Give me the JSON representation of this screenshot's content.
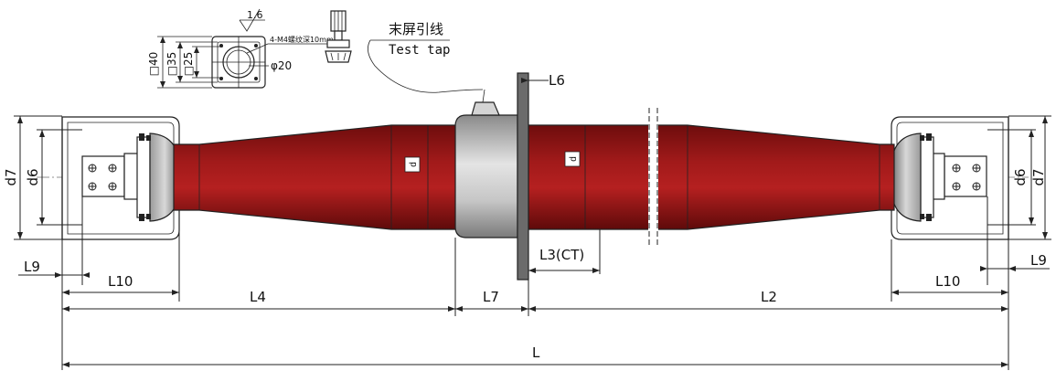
{
  "detail": {
    "roughness": "1.6",
    "thread_note": "4-M4螺纹深10mm",
    "dims": [
      "□40",
      "□35",
      "□25",
      "φ20"
    ]
  },
  "tap": {
    "label_cn": "末屏引线",
    "label_en": "Test tap"
  },
  "dimensions": {
    "d7_left": "d7",
    "d6_left": "d6",
    "d_middle_1": "d",
    "d_middle_2": "d",
    "d6_right": "d6",
    "d7_right": "d7",
    "L6": "L6",
    "L3": "L3(CT)",
    "L9_left": "L9",
    "L10_left": "L10",
    "L4": "L4",
    "L7": "L7",
    "L2": "L2",
    "L10_right": "L10",
    "L9_right": "L9",
    "L": "L"
  },
  "colors": {
    "body_red": "#a11a1a",
    "body_dark": "#6e0d0d",
    "flange_gray": "#6b6b6b",
    "ct_gray": "#c9c9c9"
  }
}
